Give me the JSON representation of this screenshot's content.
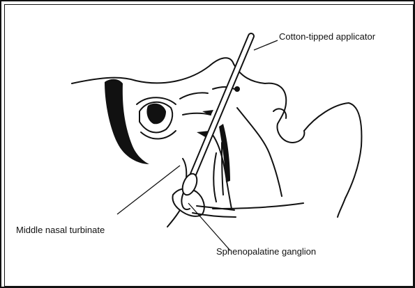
{
  "labels": {
    "cotton_tipped_applicator": "Cotton-tipped applicator",
    "middle_nasal_turbinate": "Middle nasal turbinate",
    "sphenopalatine_ganglion": "Sphenopalatine ganglion"
  },
  "colors": {
    "line": "#111111",
    "background": "#ffffff"
  }
}
